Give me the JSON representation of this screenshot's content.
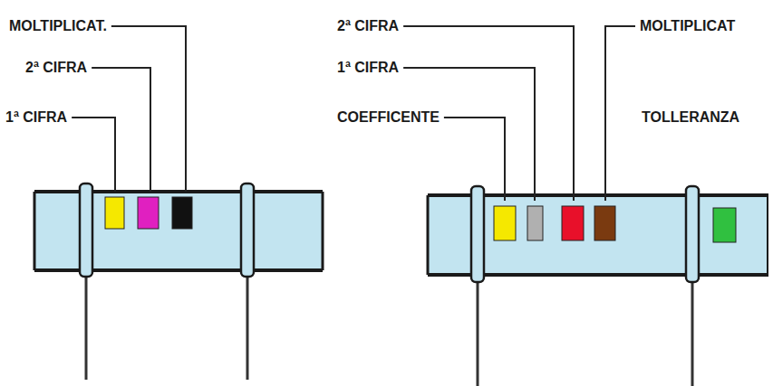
{
  "diagram": {
    "labels": [
      "MOLTIPLICAT.",
      "2ª CIFRA",
      "MOLTIPLICAT",
      "2ª CIFRA",
      "1ª CIFRA",
      "1ª CIFRA",
      "COEFFICENTE",
      "TOLLERANZA"
    ]
  }
}
